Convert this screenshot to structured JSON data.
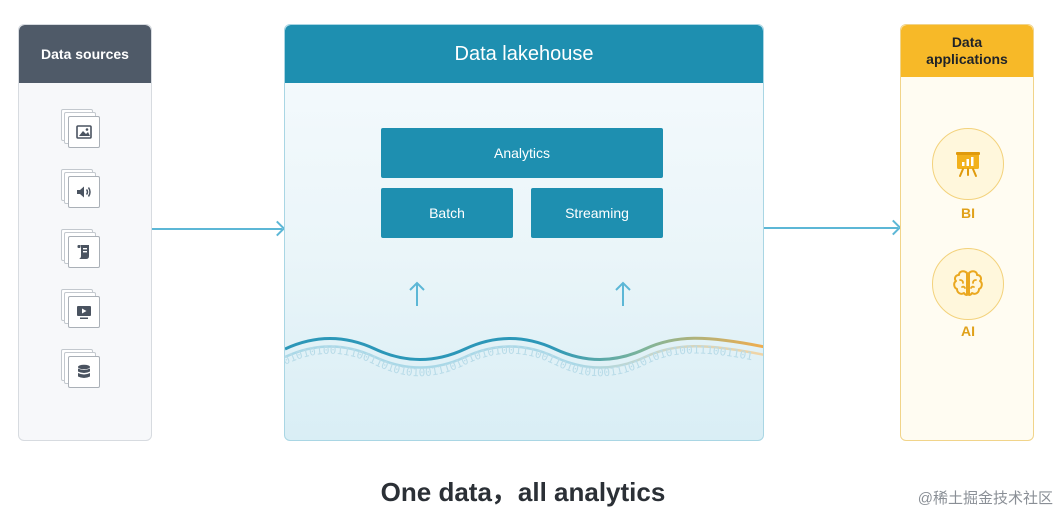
{
  "sources": {
    "title": "Data sources",
    "icons": [
      "image-icon",
      "audio-icon",
      "document-icon",
      "video-icon",
      "database-icon"
    ]
  },
  "lakehouse": {
    "title": "Data lakehouse",
    "analytics_label": "Analytics",
    "batch_label": "Batch",
    "streaming_label": "Streaming",
    "binary_stream": "0101010011100110101010011101010101001110011010101001110101010100111001101"
  },
  "applications": {
    "title_line1": "Data",
    "title_line2": "applications",
    "items": [
      {
        "label": "BI",
        "icon": "presentation-chart-icon"
      },
      {
        "label": "AI",
        "icon": "brain-icon"
      }
    ]
  },
  "caption": "One data，all analytics",
  "watermark": "@稀土掘金技术社区",
  "colors": {
    "sources_header": "#4f5a68",
    "lakehouse_primary": "#1e8fb0",
    "connector": "#5cb7d6",
    "applications_header": "#f7b928",
    "applications_accent": "#e0a11a"
  }
}
